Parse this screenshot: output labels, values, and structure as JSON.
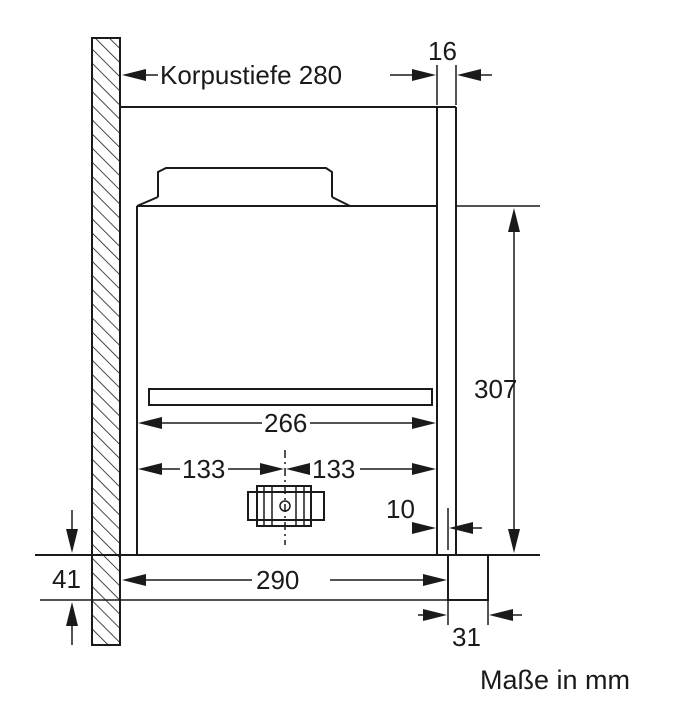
{
  "dimensions": {
    "cabinet_depth": "Korpustiefe 280",
    "panel_thickness": "16",
    "height": "307",
    "bar_width": "266",
    "half_left": "133",
    "half_right": "133",
    "gap": "10",
    "frame_height": "41",
    "bottom_width": "290",
    "front_depth": "31"
  },
  "units_note": "Maße in mm"
}
